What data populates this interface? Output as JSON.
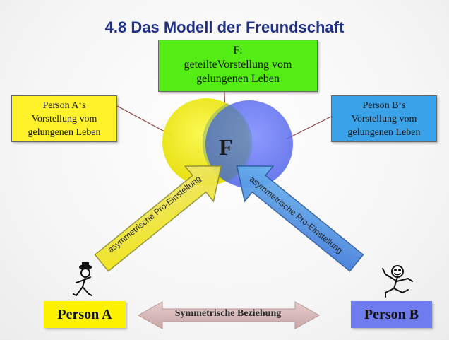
{
  "title": "4.8 Das Modell der Freundschaft",
  "box_f": {
    "line1": "F:",
    "line2": "geteilteVorstellung vom",
    "line3": "gelungenen Leben"
  },
  "box_a": {
    "line1": "Person A‘s",
    "line2": "Vorstellung vom",
    "line3": "gelungenen Leben"
  },
  "box_b": {
    "line1": "Person B‘s",
    "line2": "Vorstellung vom",
    "line3": "gelungenen Leben"
  },
  "f_label": "F",
  "arrow_left_label": "asymmetrische Pro-Einstellung",
  "arrow_right_label": "asymmetrische Pro-Einstellung",
  "person_a": "Person A",
  "person_b": "Person B",
  "symmetric_label": "Symmetrische Beziehung",
  "colors": {
    "title": "#1f2f86",
    "circle_a": "#f2ee00",
    "circle_b": "#5a6cf2",
    "box_f": "#55ee14",
    "box_a": "#fff12a",
    "box_b": "#3aa2e8",
    "arrow_left": "#f0e412",
    "arrow_right": "#4ea8e4",
    "double_arrow": "#d8b9b9"
  }
}
